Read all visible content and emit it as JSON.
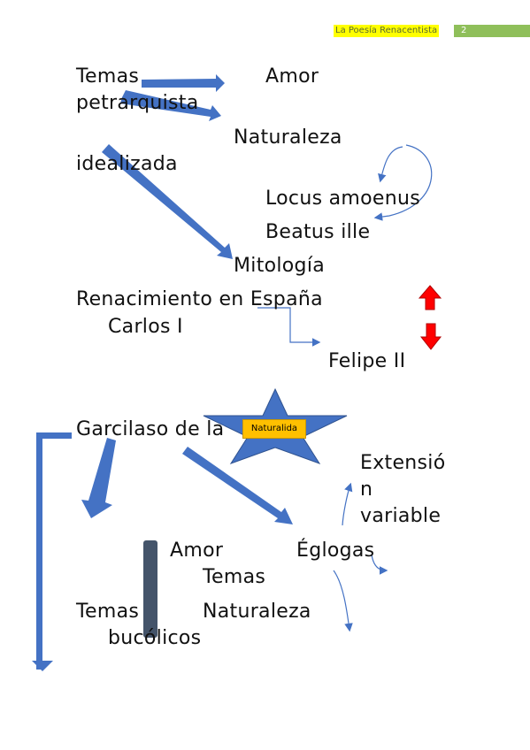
{
  "header": {
    "title": "La Poesía Renacentista",
    "page_number": "2"
  },
  "items": {
    "temas_petrarquista": "Temas petrarquista",
    "amor1": "Amor",
    "naturaleza_idealizada_1": "Naturaleza",
    "naturaleza_idealizada_2": "idealizada",
    "locus": "Locus amoenus",
    "beatus": "Beatus ille",
    "mitologia": "Mitología",
    "renacimiento": "Renacimiento en España",
    "carlos": "Carlos I",
    "felipe": "Felipe II",
    "garcilaso": "Garcilaso de la",
    "naturalidad": "Naturalida",
    "extension_1": "Extensió",
    "extension_2": "n",
    "extension_3": "variable",
    "amor2": "Amor",
    "eglogas": "Églogas",
    "temas2": "Temas",
    "temas_bucolicos_1": "Temas",
    "temas_bucolicos_2": "bucólicos",
    "naturaleza2": "Naturaleza"
  },
  "colors": {
    "arrow_blue": "#4472c4",
    "arrow_red": "#ff0000",
    "badge": "#ffc000",
    "bracket": "#44546a",
    "header_green": "#8fbf5a",
    "header_yellow": "#ffff00"
  }
}
